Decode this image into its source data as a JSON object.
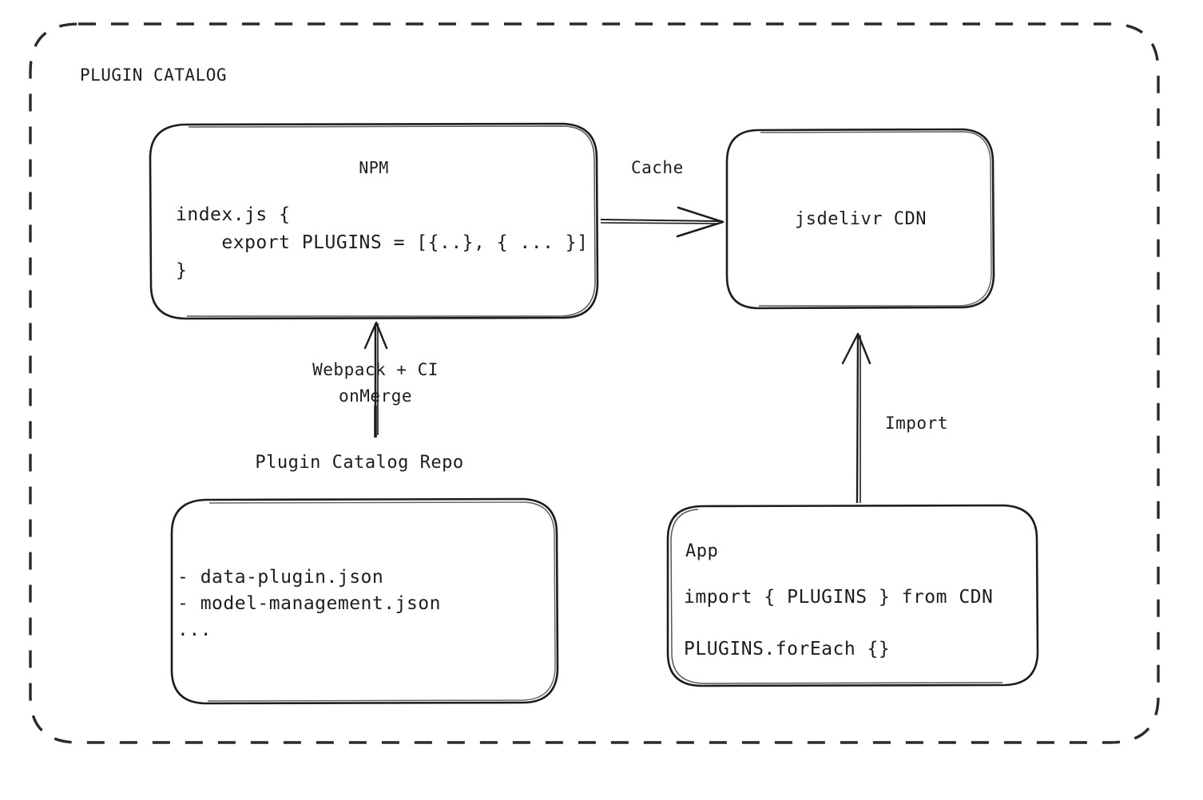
{
  "diagram": {
    "title": "PLUGIN CATALOG",
    "nodes": {
      "npm": {
        "title": "NPM",
        "code": "index.js {\n    export PLUGINS = [{..}, { ... }]\n}"
      },
      "cdn": {
        "title": "jsdelivr CDN"
      },
      "repo": {
        "caption": "Plugin Catalog Repo",
        "files": "- data-plugin.json\n- model-management.json\n..."
      },
      "app": {
        "title": "App",
        "import_line": "import { PLUGINS } from CDN",
        "foreach_line": "PLUGINS.forEach {}"
      }
    },
    "edges": {
      "cache": "Cache",
      "import": "Import",
      "build": "Webpack + CI\nonMerge"
    },
    "colors": {
      "stroke": "#1d1d1d",
      "background": "#ffffff",
      "text": "#1d1d1d"
    }
  }
}
